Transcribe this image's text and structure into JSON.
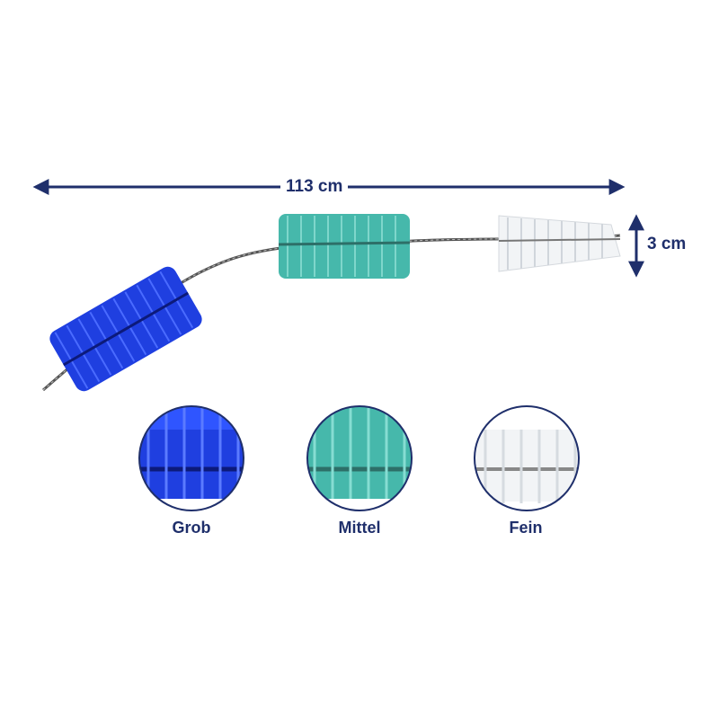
{
  "dimensions": {
    "length_label": "113 cm",
    "diameter_label": "3 cm"
  },
  "colors": {
    "annotation": "#1f2f6b",
    "coarse_bristles": "#1f3fe0",
    "medium_bristles": "#46b8ab",
    "fine_bristles": "#f2f4f6",
    "wire": "#5a5a5a"
  },
  "variants": [
    {
      "label": "Grob",
      "icon": "coarse-bristle-closeup"
    },
    {
      "label": "Mittel",
      "icon": "medium-bristle-closeup"
    },
    {
      "label": "Fein",
      "icon": "fine-bristle-closeup"
    }
  ]
}
